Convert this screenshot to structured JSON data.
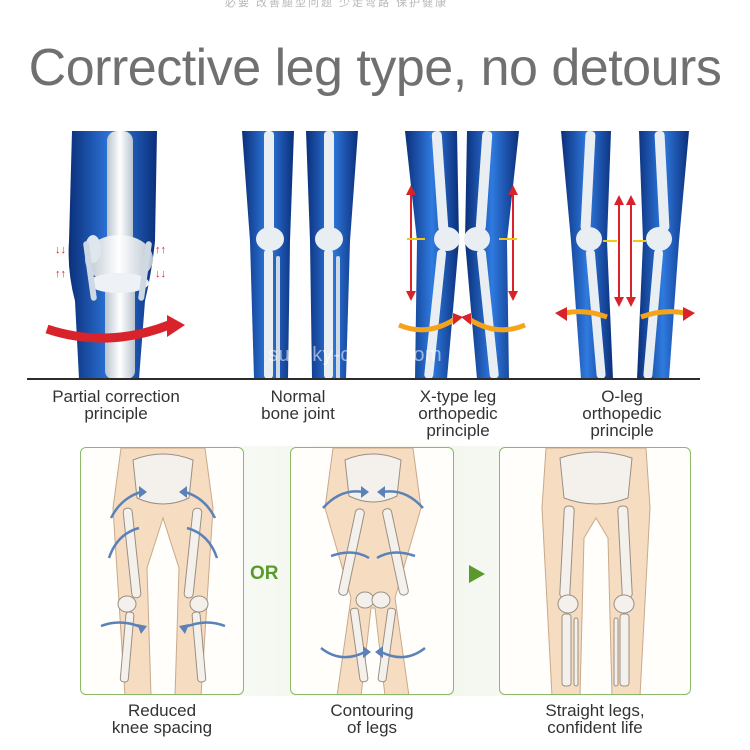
{
  "header": {
    "faded_strip": "必要 改善腿型问题 少走弯路 保护健康",
    "title": "Corrective leg type, no detours"
  },
  "panels": [
    {
      "caption": [
        "Partial correction",
        "principle"
      ]
    },
    {
      "caption": [
        "Normal",
        "bone joint"
      ]
    },
    {
      "caption": [
        "X-type leg",
        "orthopedic",
        "principle"
      ]
    },
    {
      "caption": [
        "O-leg",
        "orthopedic",
        "principle"
      ]
    }
  ],
  "watermark": "sunsky-online.com",
  "steps": [
    {
      "caption": [
        "Reduced",
        "knee spacing"
      ]
    },
    {
      "caption": [
        "Contouring",
        "of legs"
      ]
    },
    {
      "caption": [
        "Straight legs,",
        "confident life"
      ]
    }
  ],
  "separators": {
    "or_label": "OR",
    "arrow_icon": "play-arrow-icon"
  },
  "colors": {
    "leg_blue": "#1f5fbf",
    "bone": "#e9eef3",
    "arrow_red": "#d8232a",
    "arrow_yellow": "#f5c518",
    "card_border": "#8cb86a",
    "or_green": "#5a9a2a",
    "skin": "#f6dcc0"
  }
}
